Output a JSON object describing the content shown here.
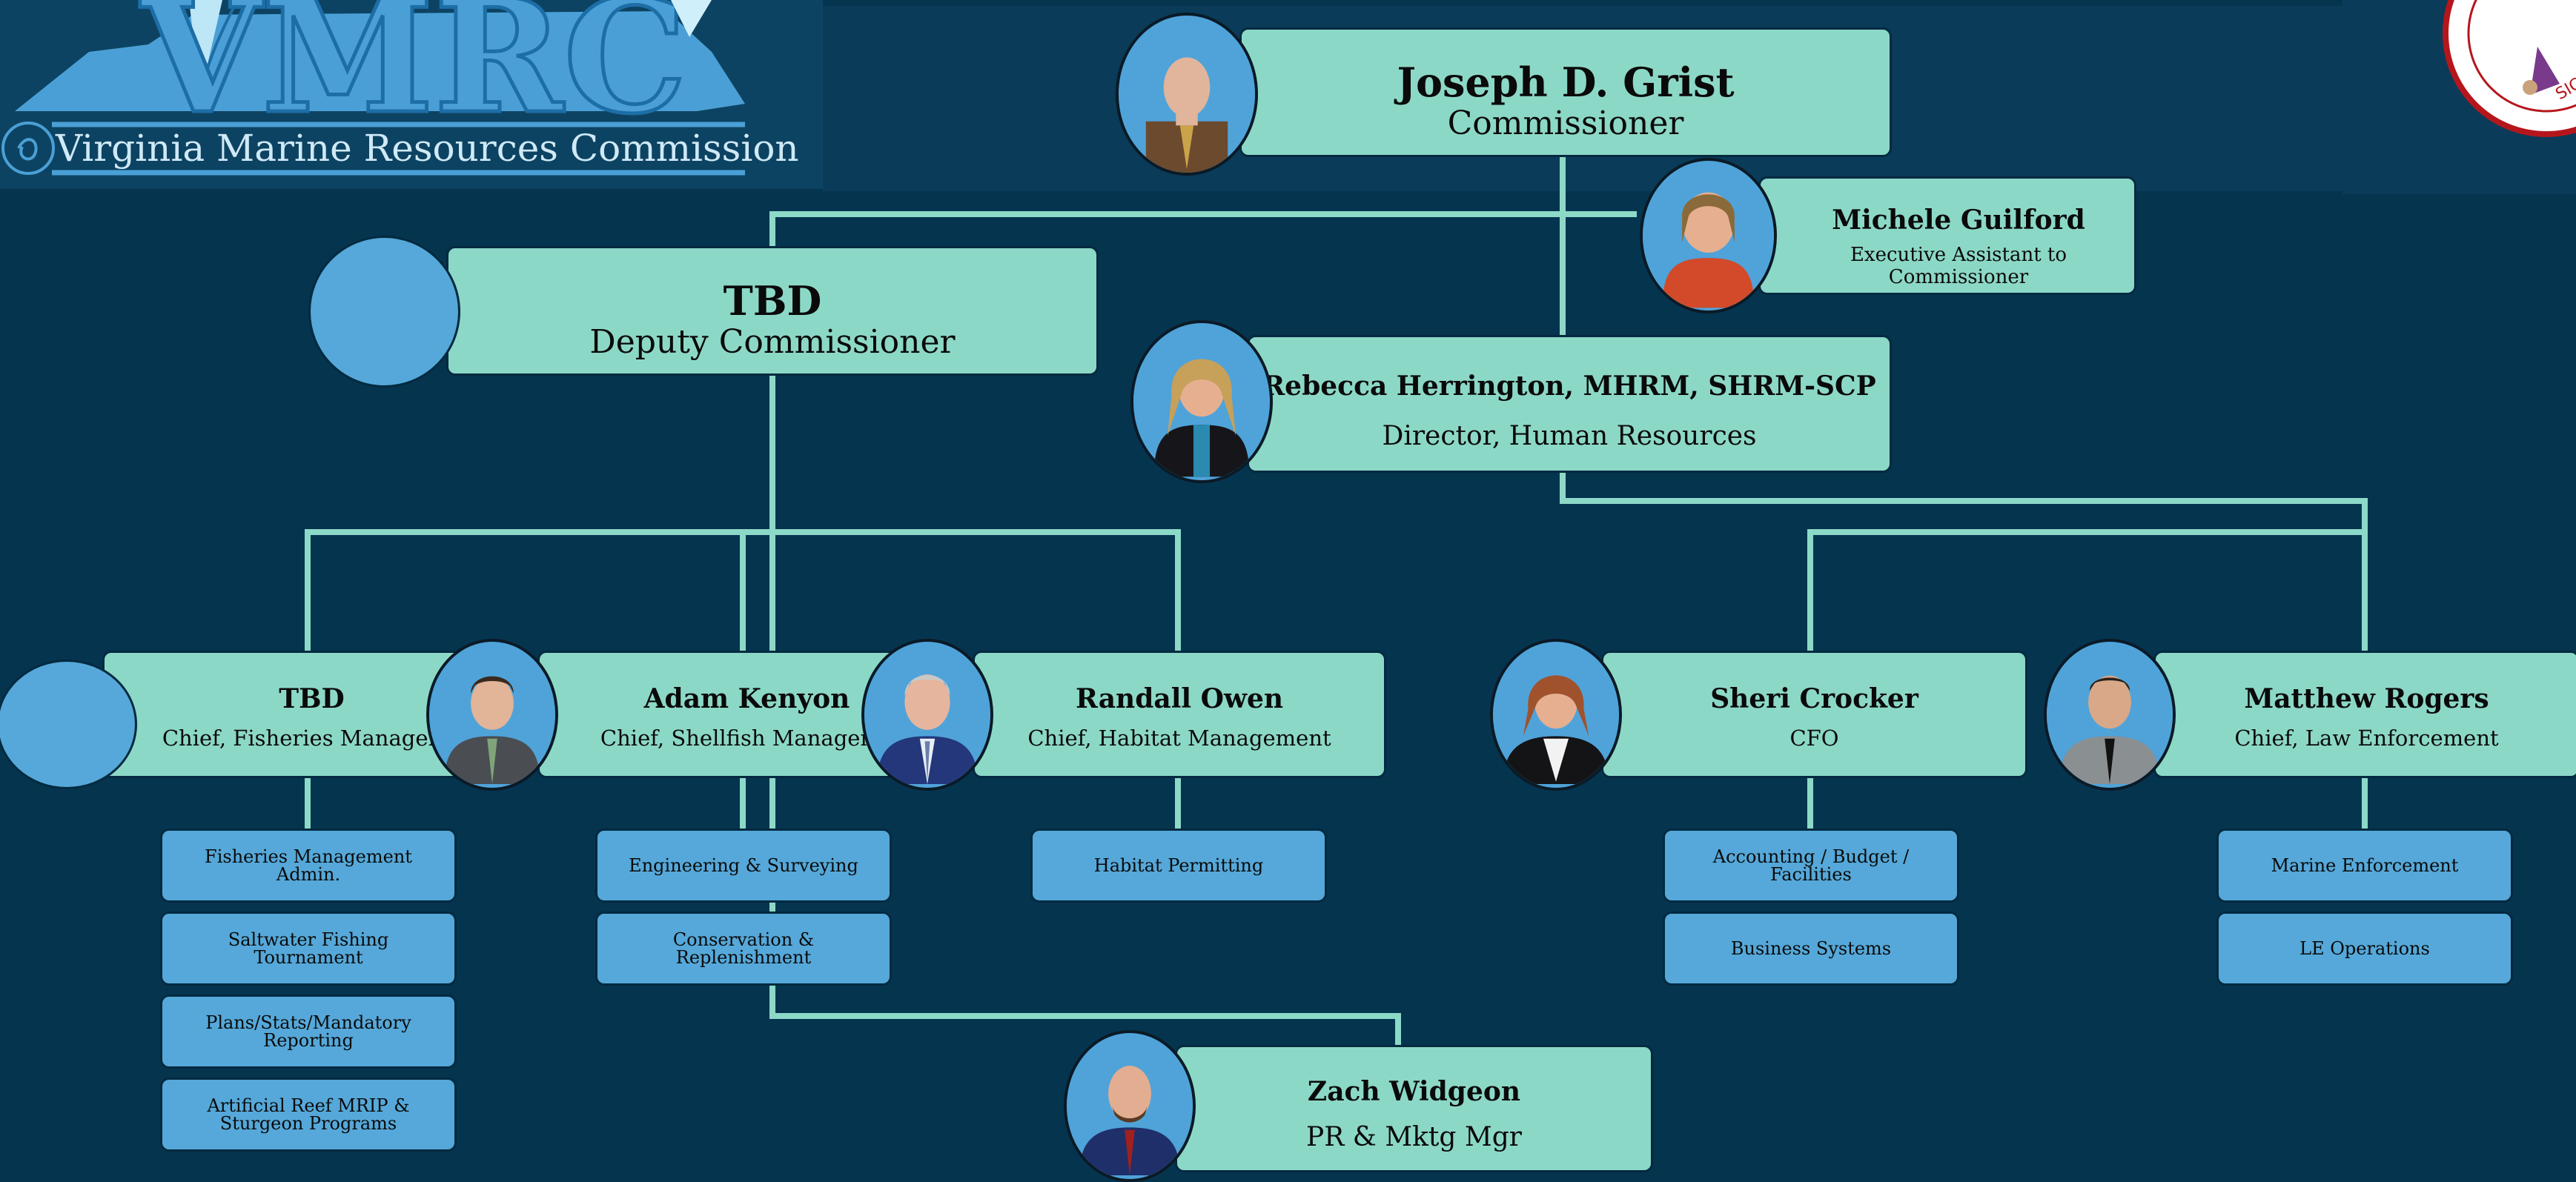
{
  "header": {
    "logo_letters": "VMRC",
    "logo_name": "Virginia Marine Resources Commission",
    "seal_motto": "SIC SEMPER"
  },
  "colors": {
    "background": "#05344f",
    "box": "#8cd8c7",
    "sub_box": "#55a8d9",
    "connector": "#8dd9c8",
    "photo_bg": "#4fa3d9"
  },
  "people": {
    "commissioner": {
      "name": "Joseph D. Grist",
      "title": "Commissioner"
    },
    "exec_assistant": {
      "name": "Michele Guilford",
      "title": "Executive Assistant to Commissioner"
    },
    "deputy": {
      "name": "TBD",
      "title": "Deputy Commissioner"
    },
    "hr": {
      "name": "Rebecca Herrington, MHRM, SHRM-SCP",
      "title": "Director, Human Resources"
    },
    "fisheries": {
      "name": "TBD",
      "title": "Chief, Fisheries Manageme"
    },
    "shellfish": {
      "name": "Adam Kenyon",
      "title": "Chief, Shellfish Manageme"
    },
    "habitat": {
      "name": "Randall Owen",
      "title": "Chief, Habitat Management"
    },
    "cfo": {
      "name": "Sheri Crocker",
      "title": "CFO"
    },
    "law": {
      "name": "Matthew Rogers",
      "title": "Chief, Law Enforcement"
    },
    "pr": {
      "name": "Zach Widgeon",
      "title": "PR & Mktg Mgr"
    }
  },
  "units": {
    "fisheries": [
      "Fisheries Management Admin.",
      "Saltwater Fishing Tournament",
      "Plans/Stats/Mandatory Reporting",
      "Artificial Reef MRIP & Sturgeon Programs"
    ],
    "shellfish": [
      "Engineering & Surveying",
      "Conservation & Replenishment"
    ],
    "habitat": [
      "Habitat Permitting"
    ],
    "cfo": [
      "Accounting / Budget / Facilities",
      "Business Systems"
    ],
    "law": [
      "Marine Enforcement",
      "LE Operations"
    ]
  }
}
